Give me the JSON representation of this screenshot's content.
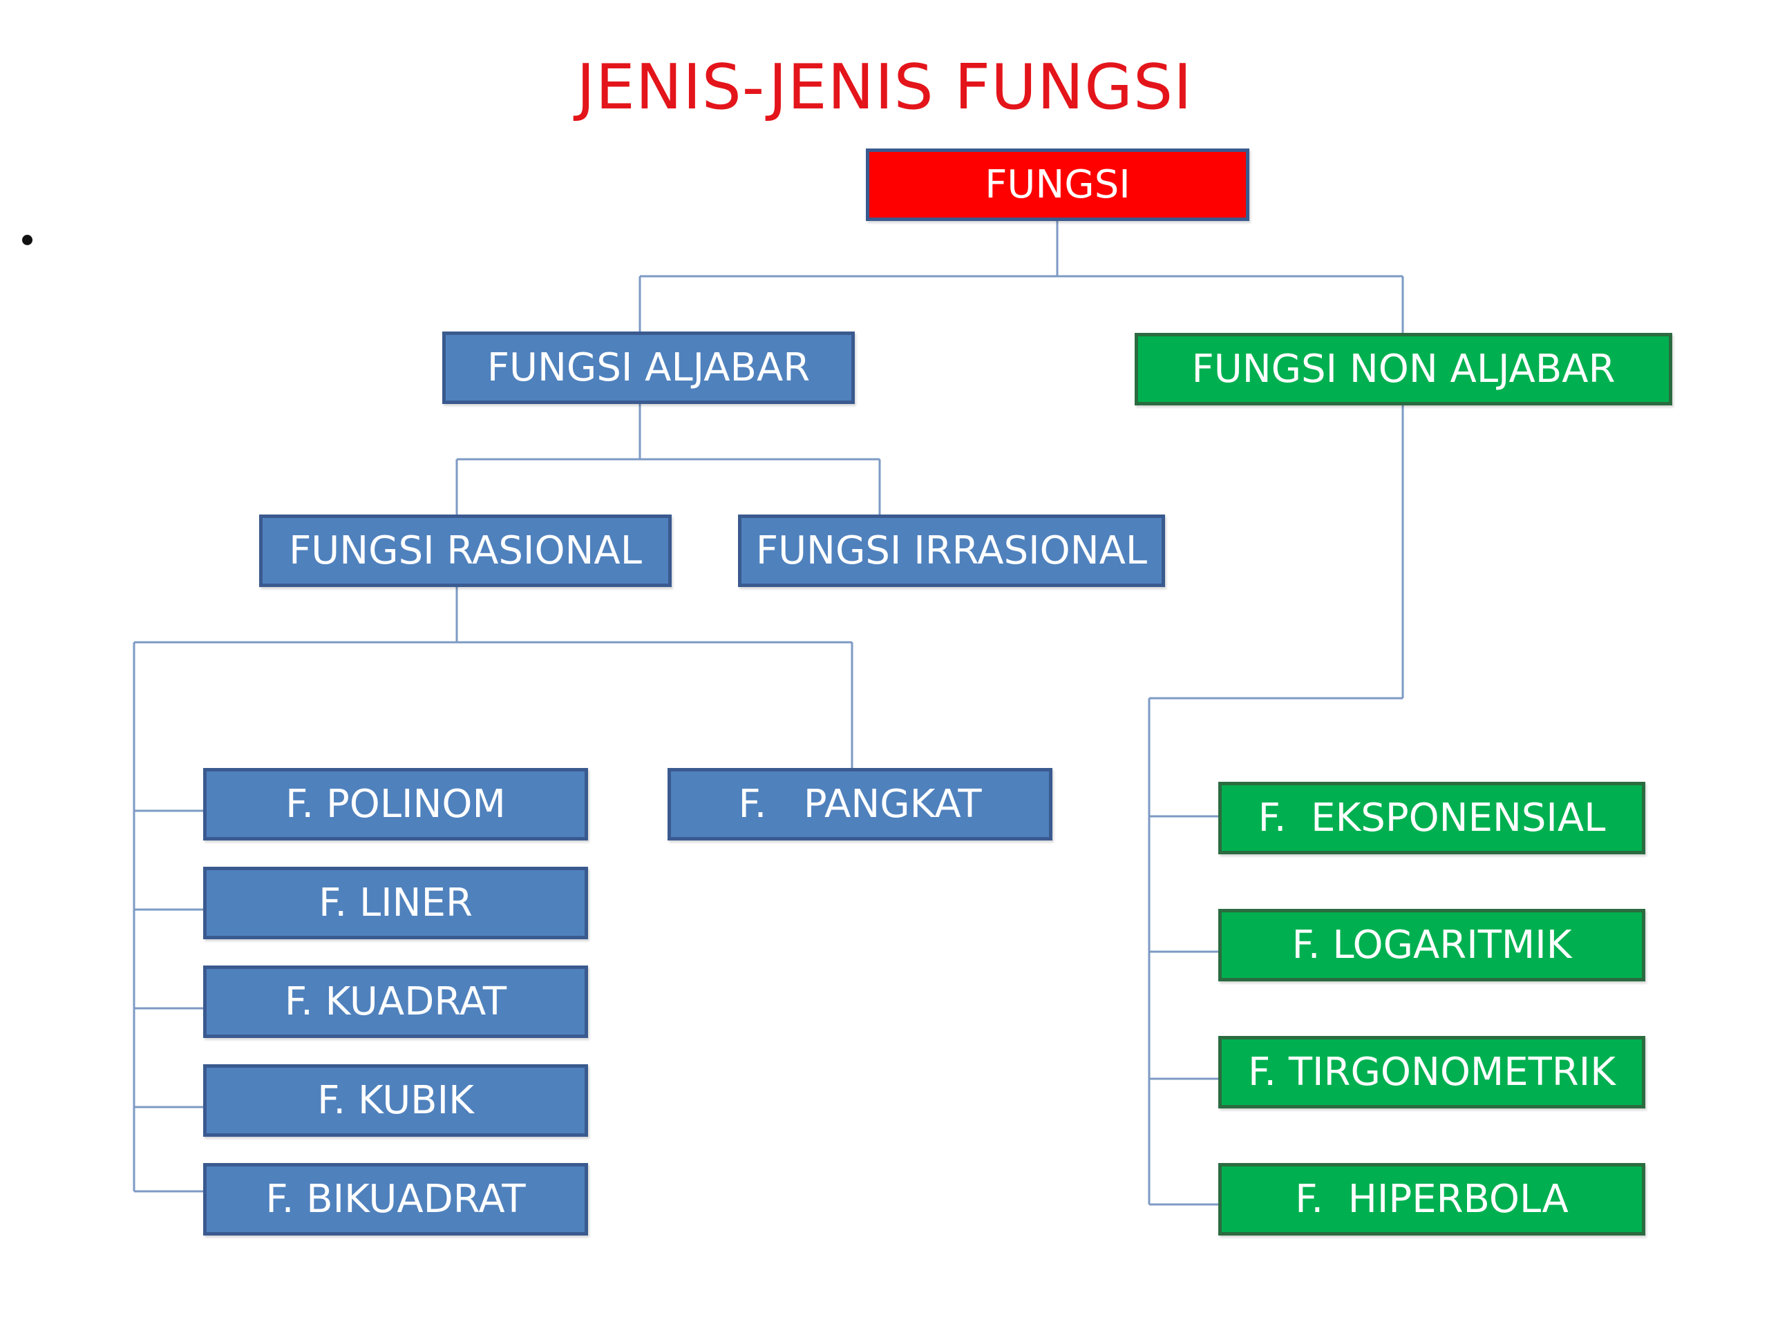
{
  "title": "JENIS-JENIS FUNGSI",
  "colors": {
    "title": "#e3151b",
    "root_fill": "#ff0000",
    "algebraic_fill": "#4f81bd",
    "non_algebraic_fill": "#00b050",
    "border_blue": "#3a5a8f",
    "border_green": "#2b6b40",
    "connector": "#7d9ac4"
  },
  "nodes": {
    "root": "FUNGSI",
    "aljabar": "FUNGSI ALJABAR",
    "non_aljabar": "FUNGSI NON ALJABAR",
    "rasional": "FUNGSI RASIONAL",
    "irrasional": "FUNGSI IRRASIONAL",
    "polinom": "F. POLINOM",
    "pangkat": "F.   PANGKAT",
    "liner": "F. LINER",
    "kuadrat": "F. KUADRAT",
    "kubik": "F. KUBIK",
    "bikuadrat": "F. BIKUADRAT",
    "eksponensial": "F.  EKSPONENSIAL",
    "logaritmik": "F. LOGARITMIK",
    "tirgonometrik": "F. TIRGONOMETRIK",
    "hiperbola": "F.  HIPERBOLA"
  }
}
